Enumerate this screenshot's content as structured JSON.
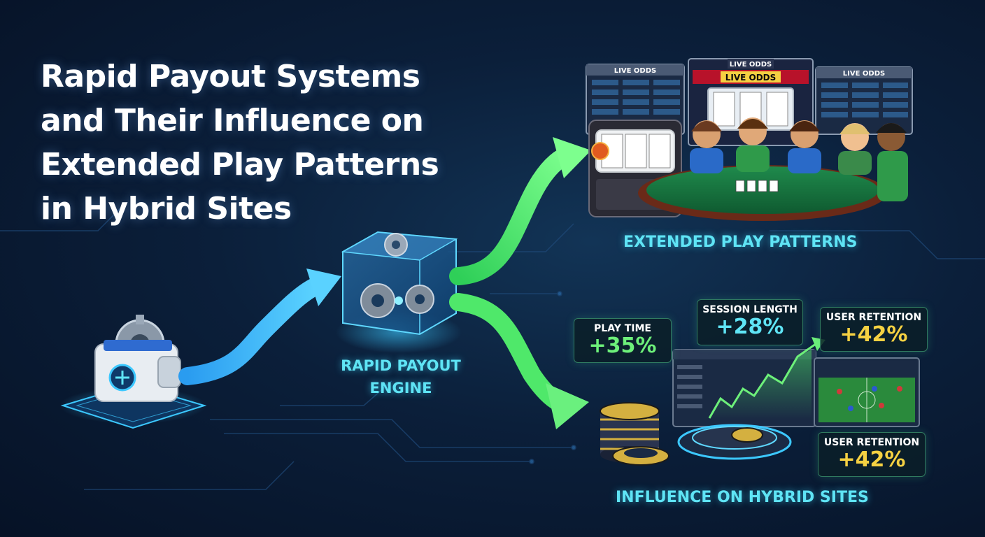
{
  "title": {
    "lines": [
      "Rapid Payout Systems",
      "and Their Influence on",
      "Extended Play Patterns",
      "in Hybrid Sites"
    ]
  },
  "engine": {
    "label_lines": [
      "RAPID PAYOUT",
      "ENGINE"
    ]
  },
  "outputs": {
    "extended_label": "EXTENDED PLAY PATTERNS",
    "influence_label": "INFLUENCE ON HYBRID SITES"
  },
  "odds_boards": {
    "left_title": "LIVE ODDS",
    "center_title": "LIVE ODDS",
    "center_banner": "LIVE ODDS",
    "right_title": "LIVE ODDS"
  },
  "stats": {
    "play_time": {
      "label": "PLAY TIME",
      "value": "+35%"
    },
    "session_length": {
      "label": "SESSION LENGTH",
      "value": "+28%"
    },
    "user_retention_top": {
      "label": "USER RETENTION",
      "value": "+42%"
    },
    "user_retention_bottom": {
      "label": "USER RETENTION",
      "value": "+42%"
    }
  },
  "colors": {
    "background": "#0b1f3a",
    "accent_cyan": "#5fe4f5",
    "accent_green": "#6df07a",
    "accent_gold": "#f5d142",
    "arrow_blue": "#3cb8ff",
    "arrow_green": "#4fe86a"
  },
  "icons": [
    "wallet-icon",
    "gear-icon",
    "engine-cube-icon",
    "slot-machine-icon",
    "poker-table-icon",
    "poker-chips-icon",
    "growth-chart-icon",
    "sports-field-icon"
  ]
}
